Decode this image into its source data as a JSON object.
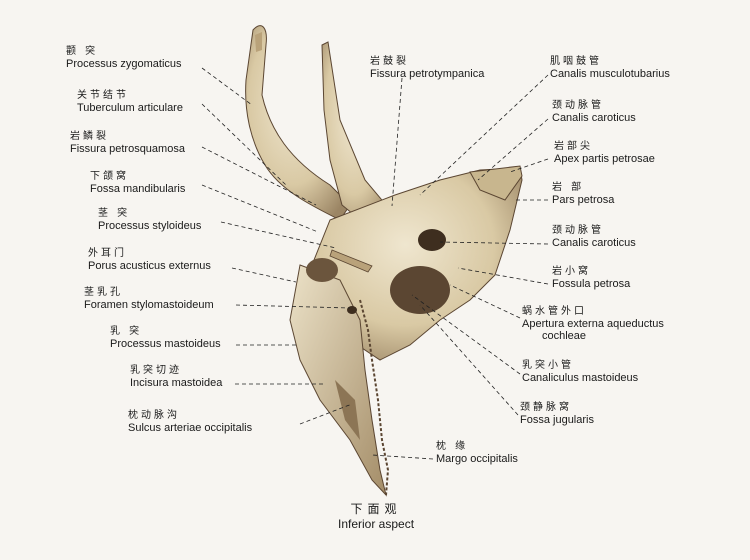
{
  "labels": [
    {
      "id": "processus-zygomaticus",
      "zh": "颧 突",
      "la": "Processus zygomaticus",
      "side": "left"
    },
    {
      "id": "tuberculum-articulare",
      "zh": "关节结节",
      "la": "Tuberculum articulare",
      "side": "left"
    },
    {
      "id": "fissura-petrosquamosa",
      "zh": "岩鳞裂",
      "la": "Fissura petrosquamosa",
      "side": "left"
    },
    {
      "id": "fossa-mandibularis",
      "zh": "下颌窝",
      "la": "Fossa mandibularis",
      "side": "left"
    },
    {
      "id": "processus-styloideus",
      "zh": "茎 突",
      "la": "Processus styloideus",
      "side": "left"
    },
    {
      "id": "porus-acusticus-externus",
      "zh": "外耳门",
      "la": "Porus acusticus externus",
      "side": "left"
    },
    {
      "id": "foramen-stylomastoideum",
      "zh": "茎乳孔",
      "la": "Foramen stylomastoideum",
      "side": "left"
    },
    {
      "id": "processus-mastoideus",
      "zh": "乳 突",
      "la": "Processus mastoideus",
      "side": "left"
    },
    {
      "id": "incisura-mastoidea",
      "zh": "乳突切迹",
      "la": "Incisura mastoidea",
      "side": "left"
    },
    {
      "id": "sulcus-arteriae-occipitalis",
      "zh": "枕动脉沟",
      "la": "Sulcus arteriae occipitalis",
      "side": "left"
    },
    {
      "id": "fissura-petrotympanica",
      "zh": "岩鼓裂",
      "la": "Fissura petrotympanica",
      "side": "top"
    },
    {
      "id": "canalis-musculotubarius",
      "zh": "肌咽鼓管",
      "la": "Canalis musculotubarius",
      "side": "right"
    },
    {
      "id": "canalis-caroticus-1",
      "zh": "颈动脉管",
      "la": "Canalis caroticus",
      "side": "right"
    },
    {
      "id": "apex-partis-petrosae",
      "zh": "岩部尖",
      "la": "Apex partis petrosae",
      "side": "right"
    },
    {
      "id": "pars-petrosa",
      "zh": "岩 部",
      "la": "Pars petrosa",
      "side": "right"
    },
    {
      "id": "canalis-caroticus-2",
      "zh": "颈动脉管",
      "la": "Canalis caroticus",
      "side": "right"
    },
    {
      "id": "fossula-petrosa",
      "zh": "岩小窝",
      "la": "Fossula petrosa",
      "side": "right"
    },
    {
      "id": "apertura-externa",
      "zh": "蜗水管外口",
      "la": "Apertura externa aqueductus",
      "la2": "cochleae",
      "side": "right"
    },
    {
      "id": "canaliculus-mastoideus",
      "zh": "乳突小管",
      "la": "Canaliculus mastoideus",
      "side": "right"
    },
    {
      "id": "fossa-jugularis",
      "zh": "颈静脉窝",
      "la": "Fossa jugularis",
      "side": "right"
    },
    {
      "id": "margo-occipitalis",
      "zh": "枕 缘",
      "la": "Margo occipitalis",
      "side": "right"
    }
  ],
  "caption": {
    "zh": "下面观",
    "la": "Inferior aspect"
  },
  "colors": {
    "bone": "#e2d6b8",
    "bone_shadow": "#9b8564",
    "bone_dark": "#5b4632",
    "line": "#222222"
  }
}
